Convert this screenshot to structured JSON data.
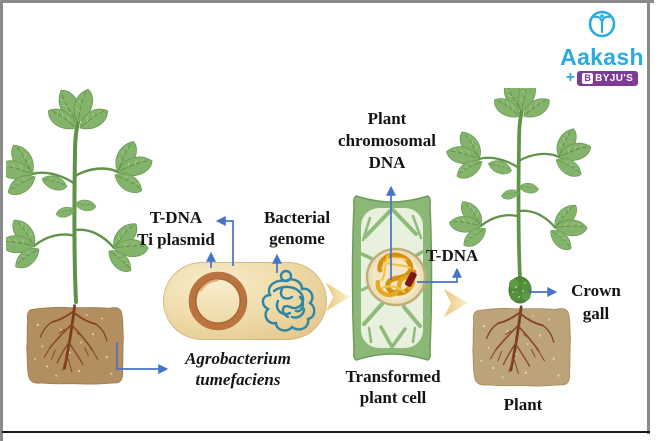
{
  "brand": {
    "wordmark": "Aakash",
    "plus": "+",
    "byjus_badge": "BYJU'S",
    "byjus_initial": "B",
    "icon": "aakash-figure-icon",
    "color_cyan": "#29abe2",
    "color_purple": "#7d3a97"
  },
  "labels": {
    "t_dna_left": "T-DNA",
    "ti_plasmid": "Ti plasmid",
    "bacterial_genome": "Bacterial\ngenome",
    "agrobacterium": "Agrobacterium\ntumefaciens",
    "plant_chromosomal_dna": "Plant\nchromosomal\nDNA",
    "t_dna_right": "T-DNA",
    "transformed_plant_cell": "Transformed\nplant cell",
    "crown_gall": "Crown\ngall",
    "plant": "Plant"
  },
  "diagram_colors": {
    "arrow_blue": "#4673c8",
    "stage_arrow_gold": "#f0cd85",
    "bacterium_body": "#eed9a4",
    "ti_plasmid_ring": "#b4703c",
    "bacterial_genome_teal": "#2f86a3",
    "cell_wall_green": "#8bb877",
    "nucleus_cream": "#ece0ba",
    "chromosomal_dna_orange": "#e0951d",
    "t_dna_red": "#7c1a12",
    "leaf_green": "#7fb269",
    "soil_left": "#b28e60",
    "soil_right": "#bda37a",
    "root_brown": "#8a4a26"
  }
}
